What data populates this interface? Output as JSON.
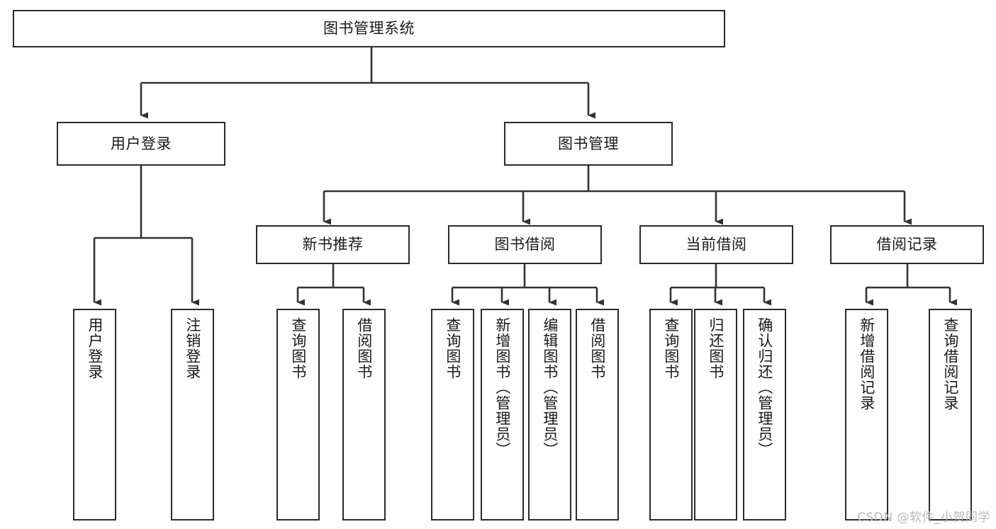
{
  "diagram": {
    "title": "图书管理系统",
    "type": "tree-hierarchy",
    "colors": {
      "box_border": "#2b2b2b",
      "box_fill": "#ffffff",
      "line": "#333333",
      "text": "#1a1a1a",
      "watermark": "#b9b9b9"
    },
    "watermark": "CSDN @软件_小贺同学"
  },
  "nodes": {
    "root": {
      "label": "图书管理系统"
    },
    "level2": [
      {
        "label": "用户登录"
      },
      {
        "label": "图书管理"
      }
    ],
    "level3": [
      {
        "label": "新书推荐"
      },
      {
        "label": "图书借阅"
      },
      {
        "label": "当前借阅"
      },
      {
        "label": "借阅记录"
      }
    ],
    "leaves": {
      "user_login": [
        {
          "label": "用户登录"
        },
        {
          "label": "注销登录"
        }
      ],
      "new_book_recommend": [
        {
          "label": "查询图书"
        },
        {
          "label": "借阅图书"
        }
      ],
      "book_borrow": [
        {
          "label": "查询图书"
        },
        {
          "label": "新增图书（管理员）"
        },
        {
          "label": "编辑图书（管理员）"
        },
        {
          "label": "借阅图书"
        }
      ],
      "current_borrow": [
        {
          "label": "查询图书"
        },
        {
          "label": "归还图书"
        },
        {
          "label": "确认归还（管理员）"
        }
      ],
      "borrow_record": [
        {
          "label": "新增借阅记录"
        },
        {
          "label": "查询借阅记录"
        }
      ]
    }
  }
}
